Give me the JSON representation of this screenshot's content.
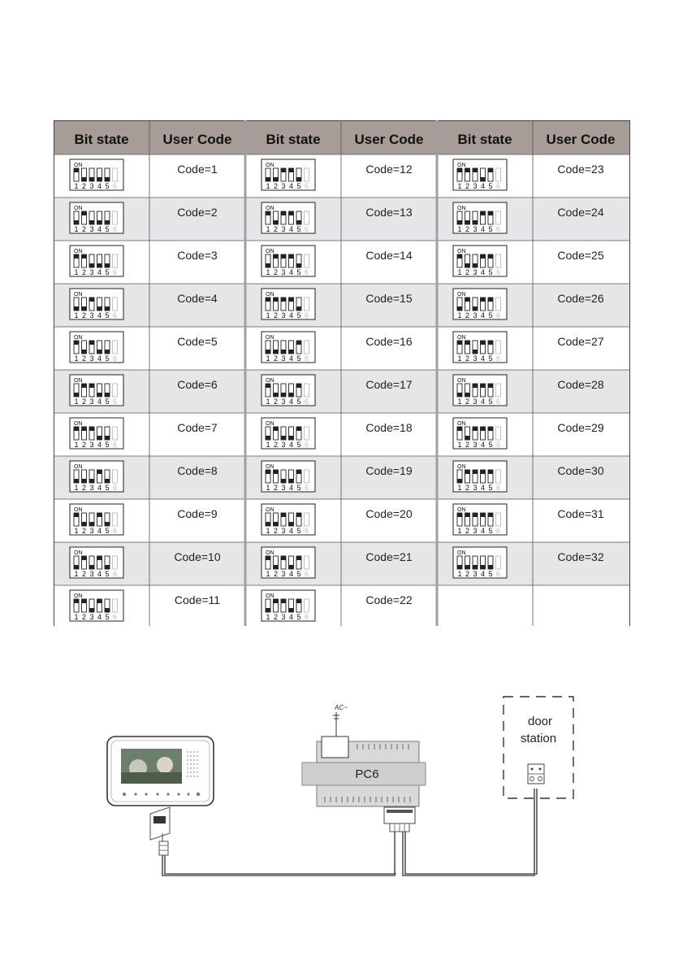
{
  "table": {
    "headers": [
      "Bit state",
      "User Code",
      "Bit state",
      "User Code",
      "Bit state",
      "User Code"
    ],
    "dip": {
      "on_label": "ON",
      "numbers": [
        "1",
        "2",
        "3",
        "4",
        "5",
        "6"
      ]
    },
    "columns": [
      [
        {
          "code": "Code=1",
          "bits": [
            true,
            false,
            false,
            false,
            false
          ]
        },
        {
          "code": "Code=2",
          "bits": [
            false,
            true,
            false,
            false,
            false
          ]
        },
        {
          "code": "Code=3",
          "bits": [
            true,
            true,
            false,
            false,
            false
          ]
        },
        {
          "code": "Code=4",
          "bits": [
            false,
            false,
            true,
            false,
            false
          ]
        },
        {
          "code": "Code=5",
          "bits": [
            true,
            false,
            true,
            false,
            false
          ]
        },
        {
          "code": "Code=6",
          "bits": [
            false,
            true,
            true,
            false,
            false
          ]
        },
        {
          "code": "Code=7",
          "bits": [
            true,
            true,
            true,
            false,
            false
          ]
        },
        {
          "code": "Code=8",
          "bits": [
            false,
            false,
            false,
            true,
            false
          ]
        },
        {
          "code": "Code=9",
          "bits": [
            true,
            false,
            false,
            true,
            false
          ]
        },
        {
          "code": "Code=10",
          "bits": [
            false,
            true,
            false,
            true,
            false
          ]
        },
        {
          "code": "Code=11",
          "bits": [
            true,
            true,
            false,
            true,
            false
          ]
        }
      ],
      [
        {
          "code": "Code=12",
          "bits": [
            false,
            false,
            true,
            true,
            false
          ]
        },
        {
          "code": "Code=13",
          "bits": [
            true,
            false,
            true,
            true,
            false
          ]
        },
        {
          "code": "Code=14",
          "bits": [
            false,
            true,
            true,
            true,
            false
          ]
        },
        {
          "code": "Code=15",
          "bits": [
            true,
            true,
            true,
            true,
            false
          ]
        },
        {
          "code": "Code=16",
          "bits": [
            false,
            false,
            false,
            false,
            true
          ]
        },
        {
          "code": "Code=17",
          "bits": [
            true,
            false,
            false,
            false,
            true
          ]
        },
        {
          "code": "Code=18",
          "bits": [
            false,
            true,
            false,
            false,
            true
          ]
        },
        {
          "code": "Code=19",
          "bits": [
            true,
            true,
            false,
            false,
            true
          ]
        },
        {
          "code": "Code=20",
          "bits": [
            false,
            false,
            true,
            false,
            true
          ]
        },
        {
          "code": "Code=21",
          "bits": [
            true,
            false,
            true,
            false,
            true
          ]
        },
        {
          "code": "Code=22",
          "bits": [
            false,
            true,
            true,
            false,
            true
          ]
        }
      ],
      [
        {
          "code": "Code=23",
          "bits": [
            true,
            true,
            true,
            false,
            true
          ]
        },
        {
          "code": "Code=24",
          "bits": [
            false,
            false,
            false,
            true,
            true
          ]
        },
        {
          "code": "Code=25",
          "bits": [
            true,
            false,
            false,
            true,
            true
          ]
        },
        {
          "code": "Code=26",
          "bits": [
            false,
            true,
            false,
            true,
            true
          ]
        },
        {
          "code": "Code=27",
          "bits": [
            true,
            true,
            false,
            true,
            true
          ]
        },
        {
          "code": "Code=28",
          "bits": [
            false,
            false,
            true,
            true,
            true
          ]
        },
        {
          "code": "Code=29",
          "bits": [
            true,
            false,
            true,
            true,
            true
          ]
        },
        {
          "code": "Code=30",
          "bits": [
            false,
            true,
            true,
            true,
            true
          ]
        },
        {
          "code": "Code=31",
          "bits": [
            true,
            true,
            true,
            true,
            true
          ]
        },
        {
          "code": "Code=32",
          "bits": [
            false,
            false,
            false,
            false,
            false
          ]
        }
      ]
    ]
  },
  "diagram": {
    "ac_label": "AC~",
    "pc_label": "PC6",
    "door_label_line1": "door",
    "door_label_line2": "station"
  }
}
